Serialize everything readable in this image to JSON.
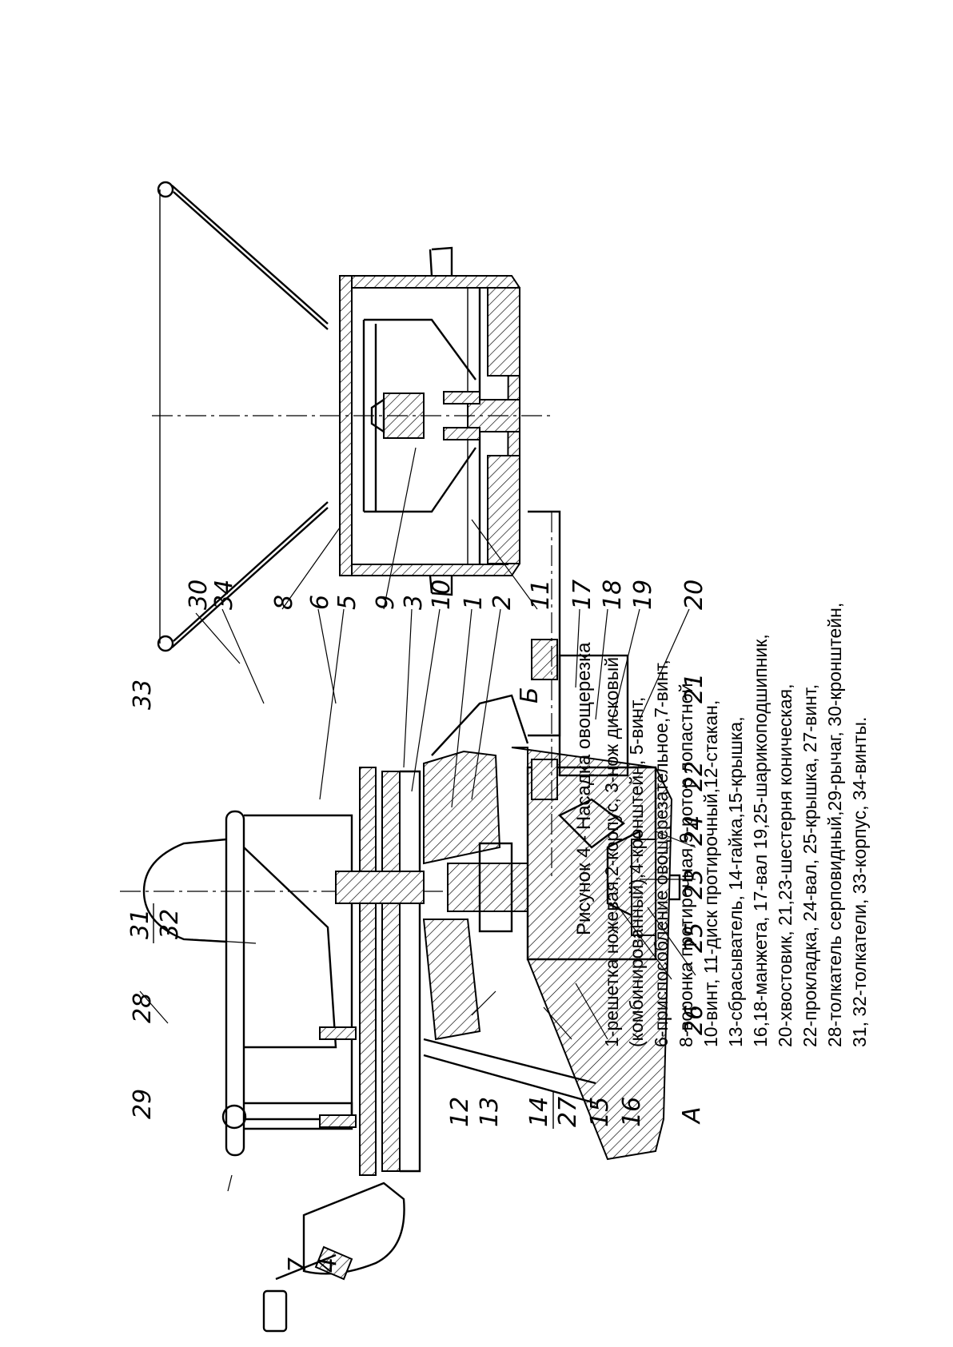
{
  "caption": {
    "title": "Рисунок 4 -  Насадка овощерезка",
    "lines": [
      "1-решетка ножевая,2-корпус, 3-нож дисковый",
      "(комбинированный),4-кронштейн, 5-винт,",
      "6-приспособление овощерезательное,7-винт,",
      "8-воронка протирочная,9-ротор лопастной,",
      "10-винт, 11-диск протирочный,12-стакан,",
      "13-сбрасыватель, 14-гайка,15-крышка,",
      "16,18-манжета, 17-вал 19,25-шарикоподшипник,",
      "20-хвостовик, 21,23-шестерня коническая,",
      "22-прокладка, 24-вал, 25-крышка, 27-винт,",
      "28-толкатель серповидный,29-рычаг, 30-кронштейн,",
      "31, 32-толкатели, 33-корпус, 34-винты."
    ]
  },
  "callouts": {
    "c30": "30",
    "c34": "34",
    "c8": "8",
    "c6": "6",
    "c5": "5",
    "c9": "9",
    "c3": "3",
    "c10": "10",
    "c1": "1",
    "c2": "2",
    "c11": "11",
    "c17": "17",
    "c18": "18",
    "c19": "19",
    "c20": "20",
    "c33": "33",
    "cB": "Б",
    "c21": "21",
    "c22": "22",
    "c24": "24",
    "c23": "23",
    "c25": "25",
    "c26": "26",
    "c31": "31",
    "c32": "32",
    "c28": "28",
    "c29": "29",
    "c12": "12",
    "c13": "13",
    "c14": "14",
    "c27": "27",
    "c15": "15",
    "c16": "16",
    "cA": "А",
    "c7": "7",
    "c4": "4"
  }
}
